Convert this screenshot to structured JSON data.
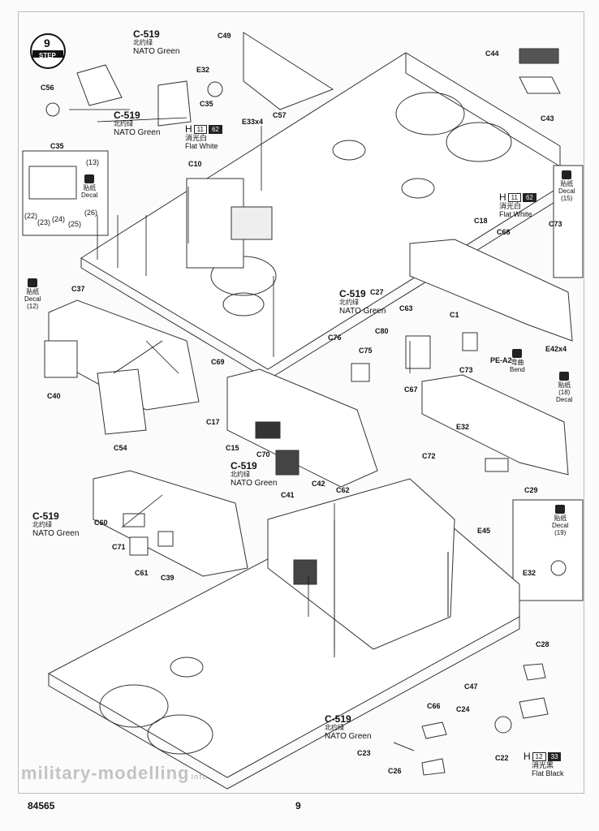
{
  "step": {
    "number": "9",
    "tag": "STEP"
  },
  "paints": {
    "p1": {
      "code": "C-519",
      "cn": "北约绿",
      "name": "NATO Green"
    },
    "p2": {
      "code": "C-519",
      "cn": "北约绿",
      "name": "NATO Green"
    },
    "p3": {
      "code": "C-519",
      "cn": "北约绿",
      "name": "NATO Green"
    },
    "p4": {
      "code": "C-519",
      "cn": "北约绿",
      "name": "NATO Green"
    },
    "p5": {
      "code": "C-519",
      "cn": "北约绿",
      "name": "NATO Green"
    },
    "p6": {
      "code": "C-519",
      "cn": "北约绿",
      "name": "NATO Green"
    }
  },
  "hpaints": {
    "h1": {
      "h": "H",
      "n": "11",
      "m": "62",
      "cn": "消光白",
      "name": "Flat White"
    },
    "h2": {
      "h": "H",
      "n": "11",
      "m": "62",
      "cn": "消光白",
      "name": "Flat White"
    },
    "h3": {
      "h": "H",
      "n": "12",
      "m": "33",
      "cn": "消光黑",
      "name": "Flat Black"
    }
  },
  "decals": {
    "d1": {
      "cn": "贴纸",
      "en": "Decal",
      "num": "(12)"
    },
    "d2": {
      "cn": "贴纸",
      "en": "Decal",
      "num": "(15)"
    },
    "d3": {
      "cn": "贴纸",
      "en": "Decal",
      "num": "(18)"
    },
    "d4": {
      "cn": "贴纸",
      "en": "Decal",
      "num": "(19)"
    },
    "d5": {
      "cn": "贴纸",
      "en": "Decal"
    },
    "d6": {
      "cn": "弯曲",
      "en": "Bend"
    }
  },
  "inset_nums": [
    "(13)",
    "(22)",
    "(23)",
    "(24)",
    "(25)",
    "(26)"
  ],
  "parts": {
    "C49": "C49",
    "E32a": "E32",
    "C35a": "C35",
    "C56": "C56",
    "C57": "C57",
    "E33": "E33x4",
    "C10": "C10",
    "C35b": "C35",
    "C44": "C44",
    "C43": "C43",
    "C73a": "C73",
    "C18": "C18",
    "C68": "C68",
    "C27": "C27",
    "C63": "C63",
    "C1": "C1",
    "C80": "C80",
    "C73b": "C73",
    "C76": "C76",
    "C75": "C75",
    "PEA2": "PE-A2",
    "E42": "E42x4",
    "C37": "C37",
    "C40": "C40",
    "C54": "C54",
    "C69": "C69",
    "C17": "C17",
    "C15": "C15",
    "C70": "C70",
    "C41": "C41",
    "C42": "C42",
    "C67": "C67",
    "E32b": "E32",
    "C72": "C72",
    "C29": "C29",
    "E45": "E45",
    "E32c": "E32",
    "C60": "C60",
    "C71": "C71",
    "C61": "C61",
    "C39": "C39",
    "C62": "C62",
    "C47": "C47",
    "C66": "C66",
    "C24": "C24",
    "C23": "C23",
    "C26": "C26",
    "C28": "C28",
    "C22": "C22"
  },
  "footer": {
    "code": "84565",
    "page": "9"
  },
  "watermark": {
    "text": "military-modelling",
    "sub": "info"
  }
}
